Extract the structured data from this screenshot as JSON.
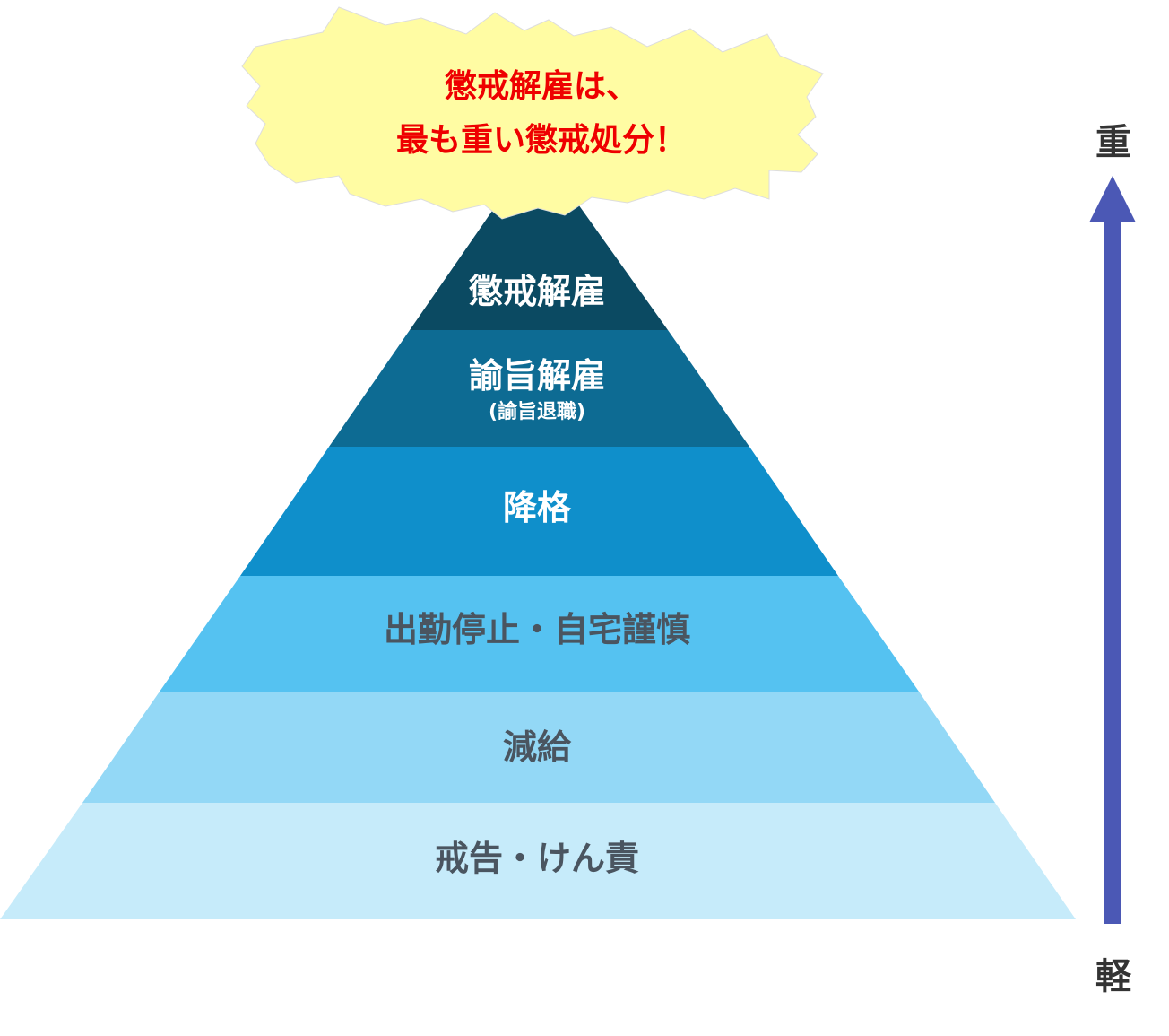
{
  "callout": {
    "line1": "懲戒解雇は、",
    "line2": "最も重い懲戒処分！",
    "fill": "#FFFCA3",
    "text_color": "#EE0000"
  },
  "pyramid": {
    "levels": [
      {
        "label": "懲戒解雇",
        "sub": "",
        "fill": "#0B4A62",
        "text_color": "#FFFFFF"
      },
      {
        "label": "諭旨解雇",
        "sub": "(諭旨退職)",
        "fill": "#0D6B93",
        "text_color": "#FFFFFF"
      },
      {
        "label": "降格",
        "sub": "",
        "fill": "#0F8FCB",
        "text_color": "#FFFFFF"
      },
      {
        "label": "出勤停止・自宅謹慎",
        "sub": "",
        "fill": "#55C2F1",
        "text_color": "#4A5560"
      },
      {
        "label": "減給",
        "sub": "",
        "fill": "#93D8F6",
        "text_color": "#4A5560"
      },
      {
        "label": "戒告・けん責",
        "sub": "",
        "fill": "#C6EBFA",
        "text_color": "#4A5560"
      }
    ]
  },
  "scale": {
    "top_label": "重",
    "bottom_label": "軽",
    "arrow_color": "#4B58B5",
    "label_color": "#333333"
  }
}
